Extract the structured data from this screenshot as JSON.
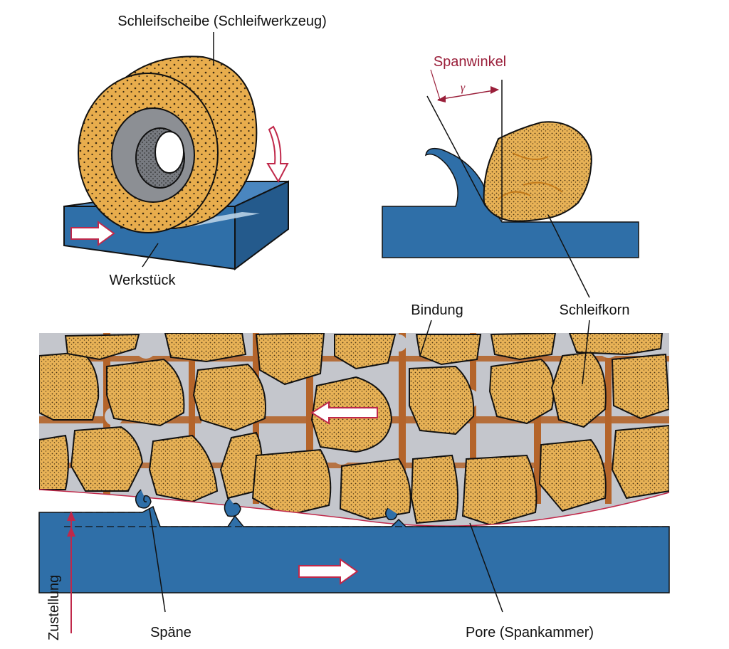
{
  "labels": {
    "wheel": "Schleifscheibe (Schleifwerkzeug)",
    "workpiece": "Werkstück",
    "rake_angle": "Spanwinkel",
    "gamma": "γ",
    "bond": "Bindung",
    "grain": "Schleifkorn",
    "chips": "Späne",
    "pore": "Pore (Spankammer)",
    "infeed": "Zustellung"
  },
  "colors": {
    "workpiece_blue": "#2f6fa8",
    "grain_orange": "#e9b04f",
    "bond_brown": "#b4642a",
    "pore_gray": "#c4c6cc",
    "arrow_red": "#c0284a",
    "hub_gray": "#8c8f94"
  }
}
